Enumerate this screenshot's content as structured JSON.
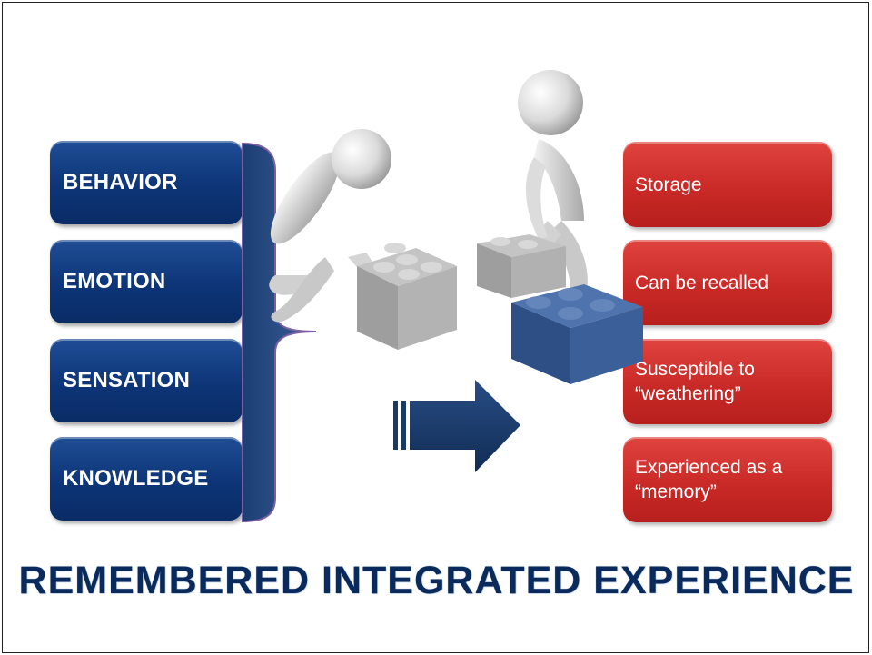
{
  "left_boxes": [
    "BEHAVIOR",
    "EMOTION",
    "SENSATION",
    "KNOWLEDGE"
  ],
  "right_boxes": [
    "Storage",
    "Can be recalled",
    "Susceptible to\n“weathering”",
    "Experienced as a\n“memory”"
  ],
  "footer": "REMEMBERED INTEGRATED EXPERIENCE",
  "colors": {
    "left_box": "#0d3577",
    "right_box": "#c92a27",
    "arrow": "#1a3a66",
    "title": "#0b2a5c"
  },
  "icons": [
    "stick-figure-kneeling",
    "stick-figure-standing",
    "gray-building-block",
    "blue-building-block",
    "right-arrow"
  ]
}
